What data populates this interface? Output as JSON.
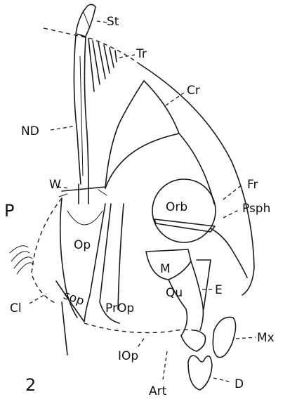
{
  "figure_number": "2",
  "labels": {
    "st": "St",
    "tr": "Tr",
    "cr": "Cr",
    "nd": "ND",
    "w": "W",
    "fr": "Fr",
    "orb": "Orb",
    "psph": "Psph",
    "p": "P",
    "op": "Op",
    "m": "M",
    "e": "E",
    "qu": "Qu",
    "sop": "sop",
    "propercular": "PrOp",
    "cl": "Cl",
    "mx": "Mx",
    "iop": "IOp",
    "art": "Art",
    "d": "D"
  }
}
